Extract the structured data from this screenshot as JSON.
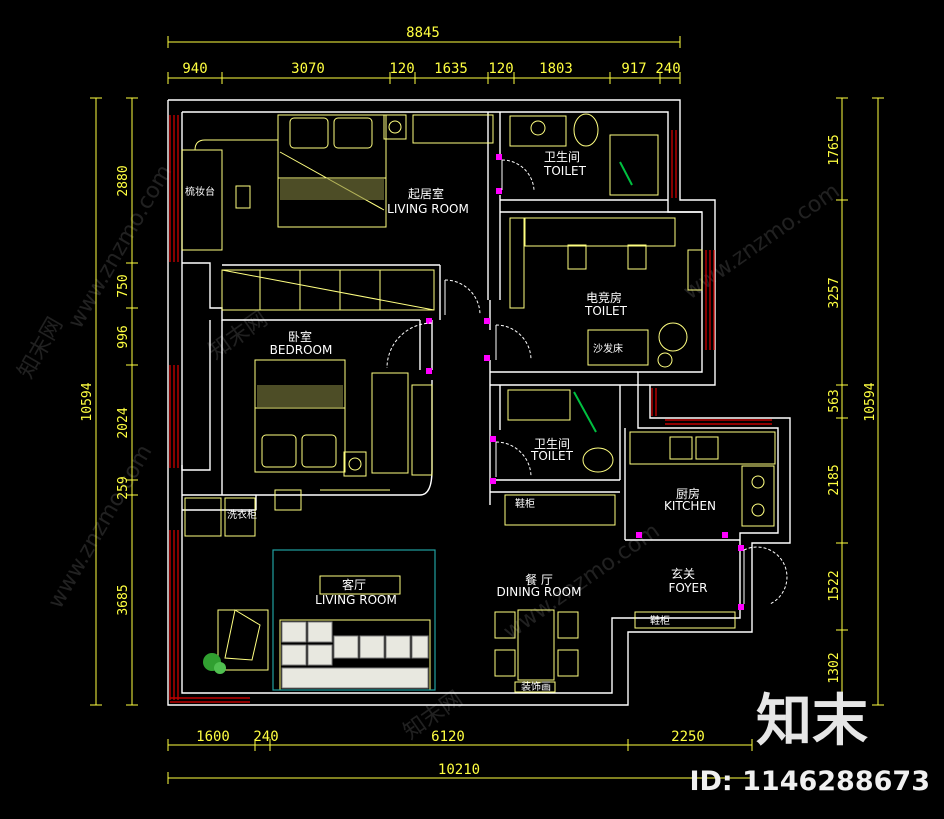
{
  "dimensions": {
    "top_total": "8845",
    "top_segments": [
      "940",
      "3070",
      "120",
      "1635",
      "120",
      "1803",
      "917",
      "240"
    ],
    "bottom_total": "10210",
    "bottom_segments": [
      "1600",
      "240",
      "6120",
      "2250"
    ],
    "left_total": "10594",
    "left_segments": [
      "2880",
      "750",
      "996",
      "2024",
      "259",
      "3685"
    ],
    "right_total": "10594",
    "right_segments": [
      "1765",
      "3257",
      "563",
      "2185",
      "1522",
      "1302"
    ]
  },
  "rooms": {
    "master_cn": "起居室",
    "master_en": "LIVING ROOM",
    "dresser": "梳妆台",
    "toilet1_cn": "卫生间",
    "toilet1_en": "TOILET",
    "study_cn": "电竞房",
    "study_en": "TOILET",
    "sofa_bed": "沙发床",
    "bedroom_cn": "卧室",
    "bedroom_en": "BEDROOM",
    "toilet2_cn": "卫生间",
    "toilet2_en": "TOILET",
    "shoe_cab1": "鞋柜",
    "kitchen_cn": "厨房",
    "kitchen_en": "KITCHEN",
    "laundry": "洗衣柜",
    "living_cn": "客厅",
    "living_en": "LIVING ROOM",
    "dining_cn": "餐 厅",
    "dining_en": "DINING ROOM",
    "foyer_cn": "玄关",
    "foyer_en": "FOYER",
    "shoe_cab2": "鞋柜",
    "deco_wall": "装饰画"
  },
  "watermark": {
    "site": "www.znzmo.com",
    "brand_cn": "知末网",
    "logo": "知末",
    "id_label": "ID: 1146288673"
  },
  "colors": {
    "background": "#000000",
    "wall": "#ffffff",
    "dimension": "#ffff40",
    "furniture": "#ffff80",
    "window": "#c00000",
    "door_jamb": "#ff00ff",
    "glass": "#00c040",
    "highlight": "#20a0a0"
  }
}
